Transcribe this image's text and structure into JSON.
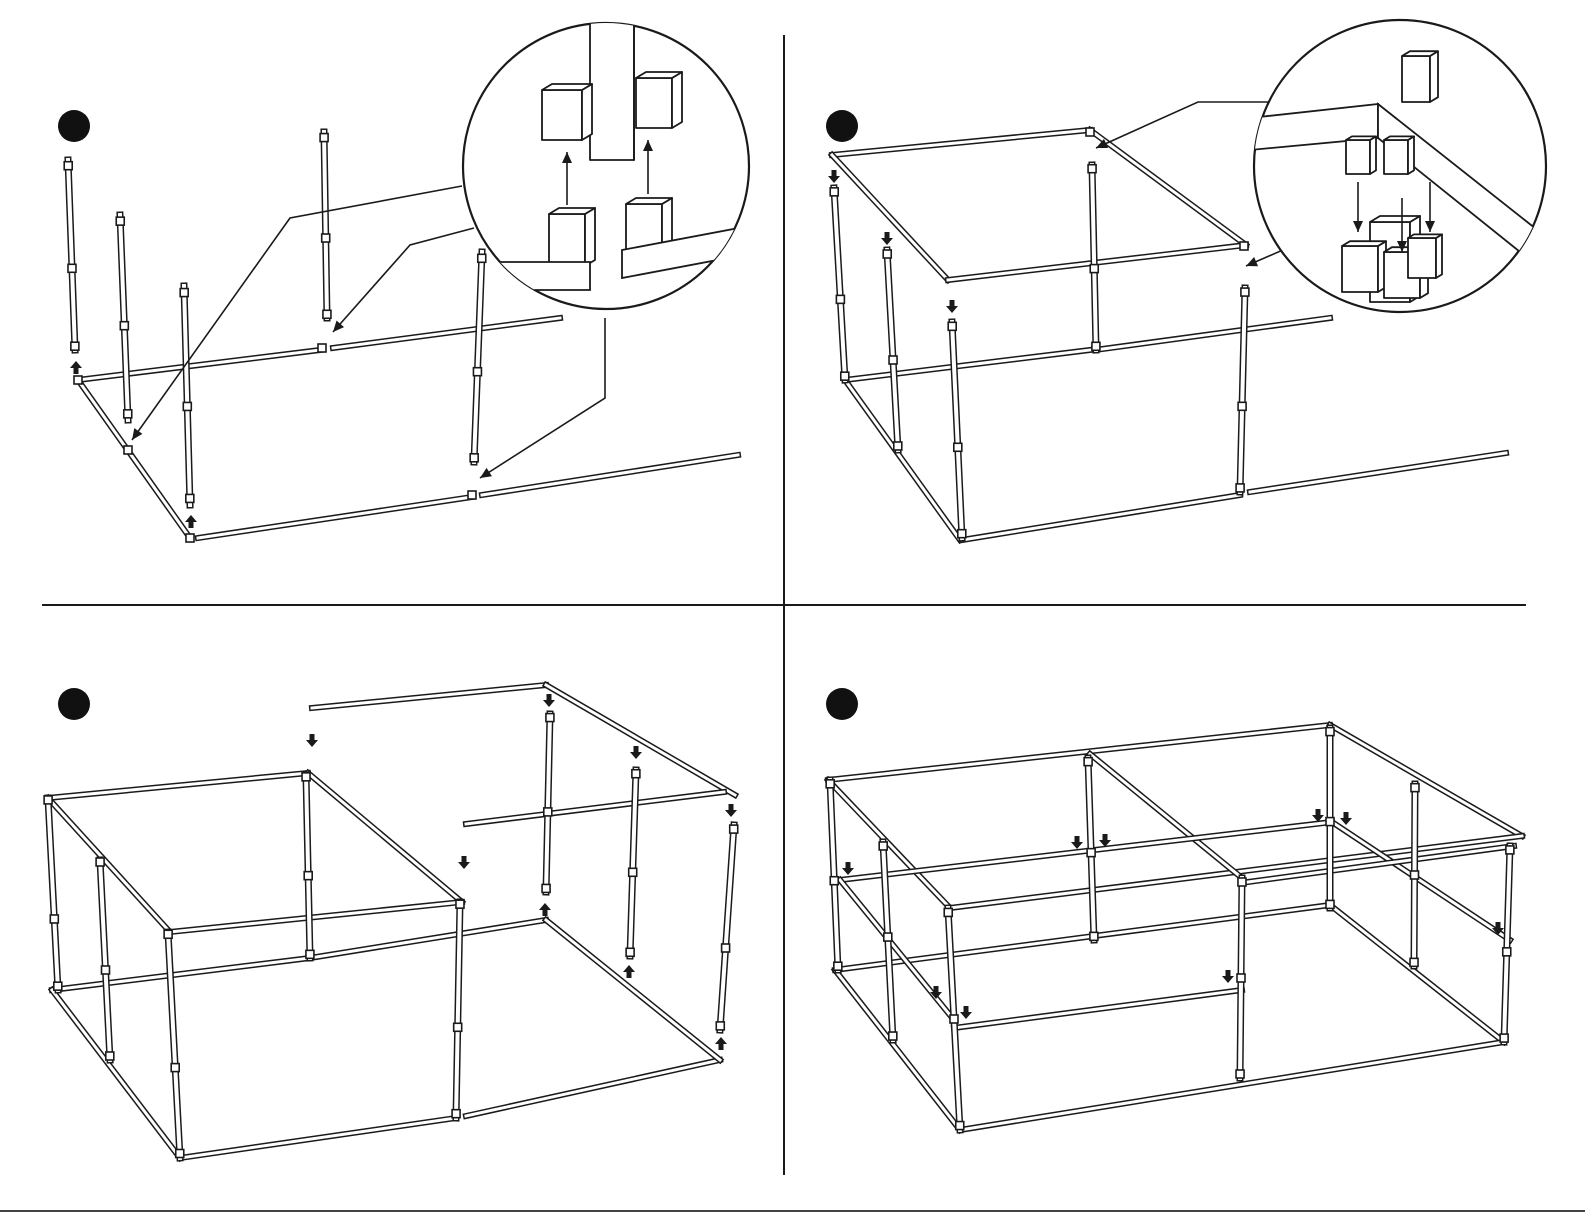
{
  "sheet": {
    "stroke_color": "#1a1a1a",
    "fill_color": "#ffffff",
    "marker_color": "#111111"
  },
  "steps": [
    {
      "id": "step-1",
      "marker_label": ""
    },
    {
      "id": "step-2",
      "marker_label": ""
    },
    {
      "id": "step-3",
      "marker_label": ""
    },
    {
      "id": "step-4",
      "marker_label": ""
    }
  ]
}
